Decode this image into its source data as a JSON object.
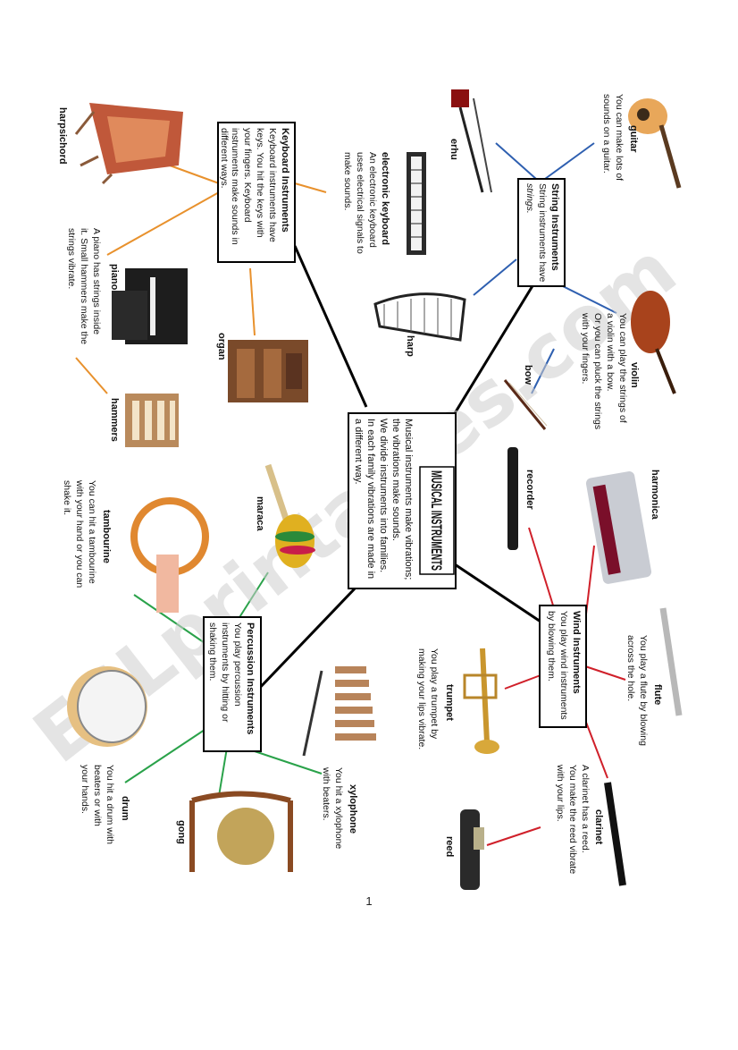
{
  "center": {
    "title": "MUSICAL INSTRUMENTS",
    "lines": [
      "Musical instruments make vibrations;",
      "the vibrations make sounds.",
      "We divide instruments into families.",
      "In each family vibrations are made in",
      "a different way."
    ]
  },
  "families": {
    "keyboard": {
      "title": "Keyboard Instruments",
      "lines": [
        "Keyboard instruments have",
        "keys. You hit the keys with",
        "your fingers. Keyboard",
        "instruments make sounds in",
        "different ways."
      ],
      "color": "#e8912d"
    },
    "string": {
      "title": "String Instruments",
      "lines": [
        "String instruments have",
        "strings."
      ],
      "color": "#2e5fb0"
    },
    "wind": {
      "title": "Wind Instruments",
      "lines": [
        "You play wind instruments",
        "by blowing them."
      ],
      "color": "#d0202a"
    },
    "percussion": {
      "title": "Percussion Instruments",
      "lines": [
        "You play percussion",
        "instruments by hitting or",
        "shaking them."
      ],
      "color": "#2aa24a"
    }
  },
  "instruments": {
    "harpsichord": {
      "name": "harpsichord",
      "desc": []
    },
    "electronic_keyboard": {
      "name": "electronic keyboard",
      "desc": [
        "An electronic keyboard",
        "uses electrical signals to",
        "make sounds."
      ]
    },
    "piano": {
      "name": "piano",
      "desc": [
        "A piano has strings inside",
        "it. Small hammers make the",
        "strings vibrate."
      ]
    },
    "organ": {
      "name": "organ",
      "desc": []
    },
    "hammers": {
      "name": "hammers",
      "desc": []
    },
    "erhu": {
      "name": "erhu",
      "desc": []
    },
    "guitar": {
      "name": "guitar",
      "desc": [
        "You can make lots of",
        "sounds on a guitar."
      ]
    },
    "harp": {
      "name": "harp",
      "desc": []
    },
    "violin": {
      "name": "violin",
      "desc": [
        "You can play the strings of",
        "a violin with a bow.",
        "Or you can pluck the strings",
        "with your fingers."
      ]
    },
    "bow": {
      "name": "bow",
      "desc": []
    },
    "recorder": {
      "name": "recorder",
      "desc": []
    },
    "harmonica": {
      "name": "harmonica",
      "desc": []
    },
    "flute": {
      "name": "flute",
      "desc": [
        "You play a flute by blowing",
        "across the hole."
      ]
    },
    "trumpet": {
      "name": "trumpet",
      "desc": [
        "You play a trumpet by",
        "making your lips vibrate."
      ]
    },
    "clarinet": {
      "name": "clarinet",
      "desc": [
        "A clarinet has a reed.",
        "You make the reed vibrate",
        "with your lips."
      ]
    },
    "reed": {
      "name": "reed",
      "desc": []
    },
    "maraca": {
      "name": "maraca",
      "desc": []
    },
    "tambourine": {
      "name": "tambourine",
      "desc": [
        "You can hit a tambourine",
        "with your hand or you can",
        "shake it."
      ]
    },
    "drum": {
      "name": "drum",
      "desc": [
        "You hit a drum with",
        "beaters or with",
        "your hands."
      ]
    },
    "gong": {
      "name": "gong",
      "desc": []
    },
    "xylophone": {
      "name": "xylophone",
      "desc": [
        "You hit a xylophone",
        "with beaters."
      ]
    }
  },
  "watermark": "ESLprintables.com",
  "page_number": "1"
}
